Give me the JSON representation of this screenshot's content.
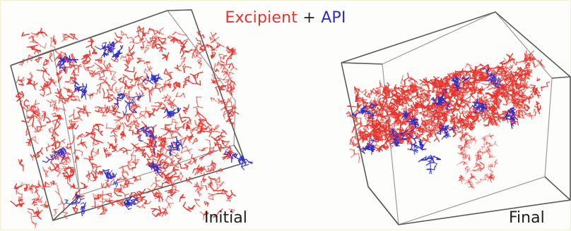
{
  "title": {
    "excipient": "Excipient",
    "plus": "+",
    "api": "API"
  },
  "panels": [
    {
      "label": "Initial"
    },
    {
      "label": "Final"
    }
  ],
  "colors": {
    "excipient": "#e8332c",
    "api": "#2d2dc7"
  }
}
